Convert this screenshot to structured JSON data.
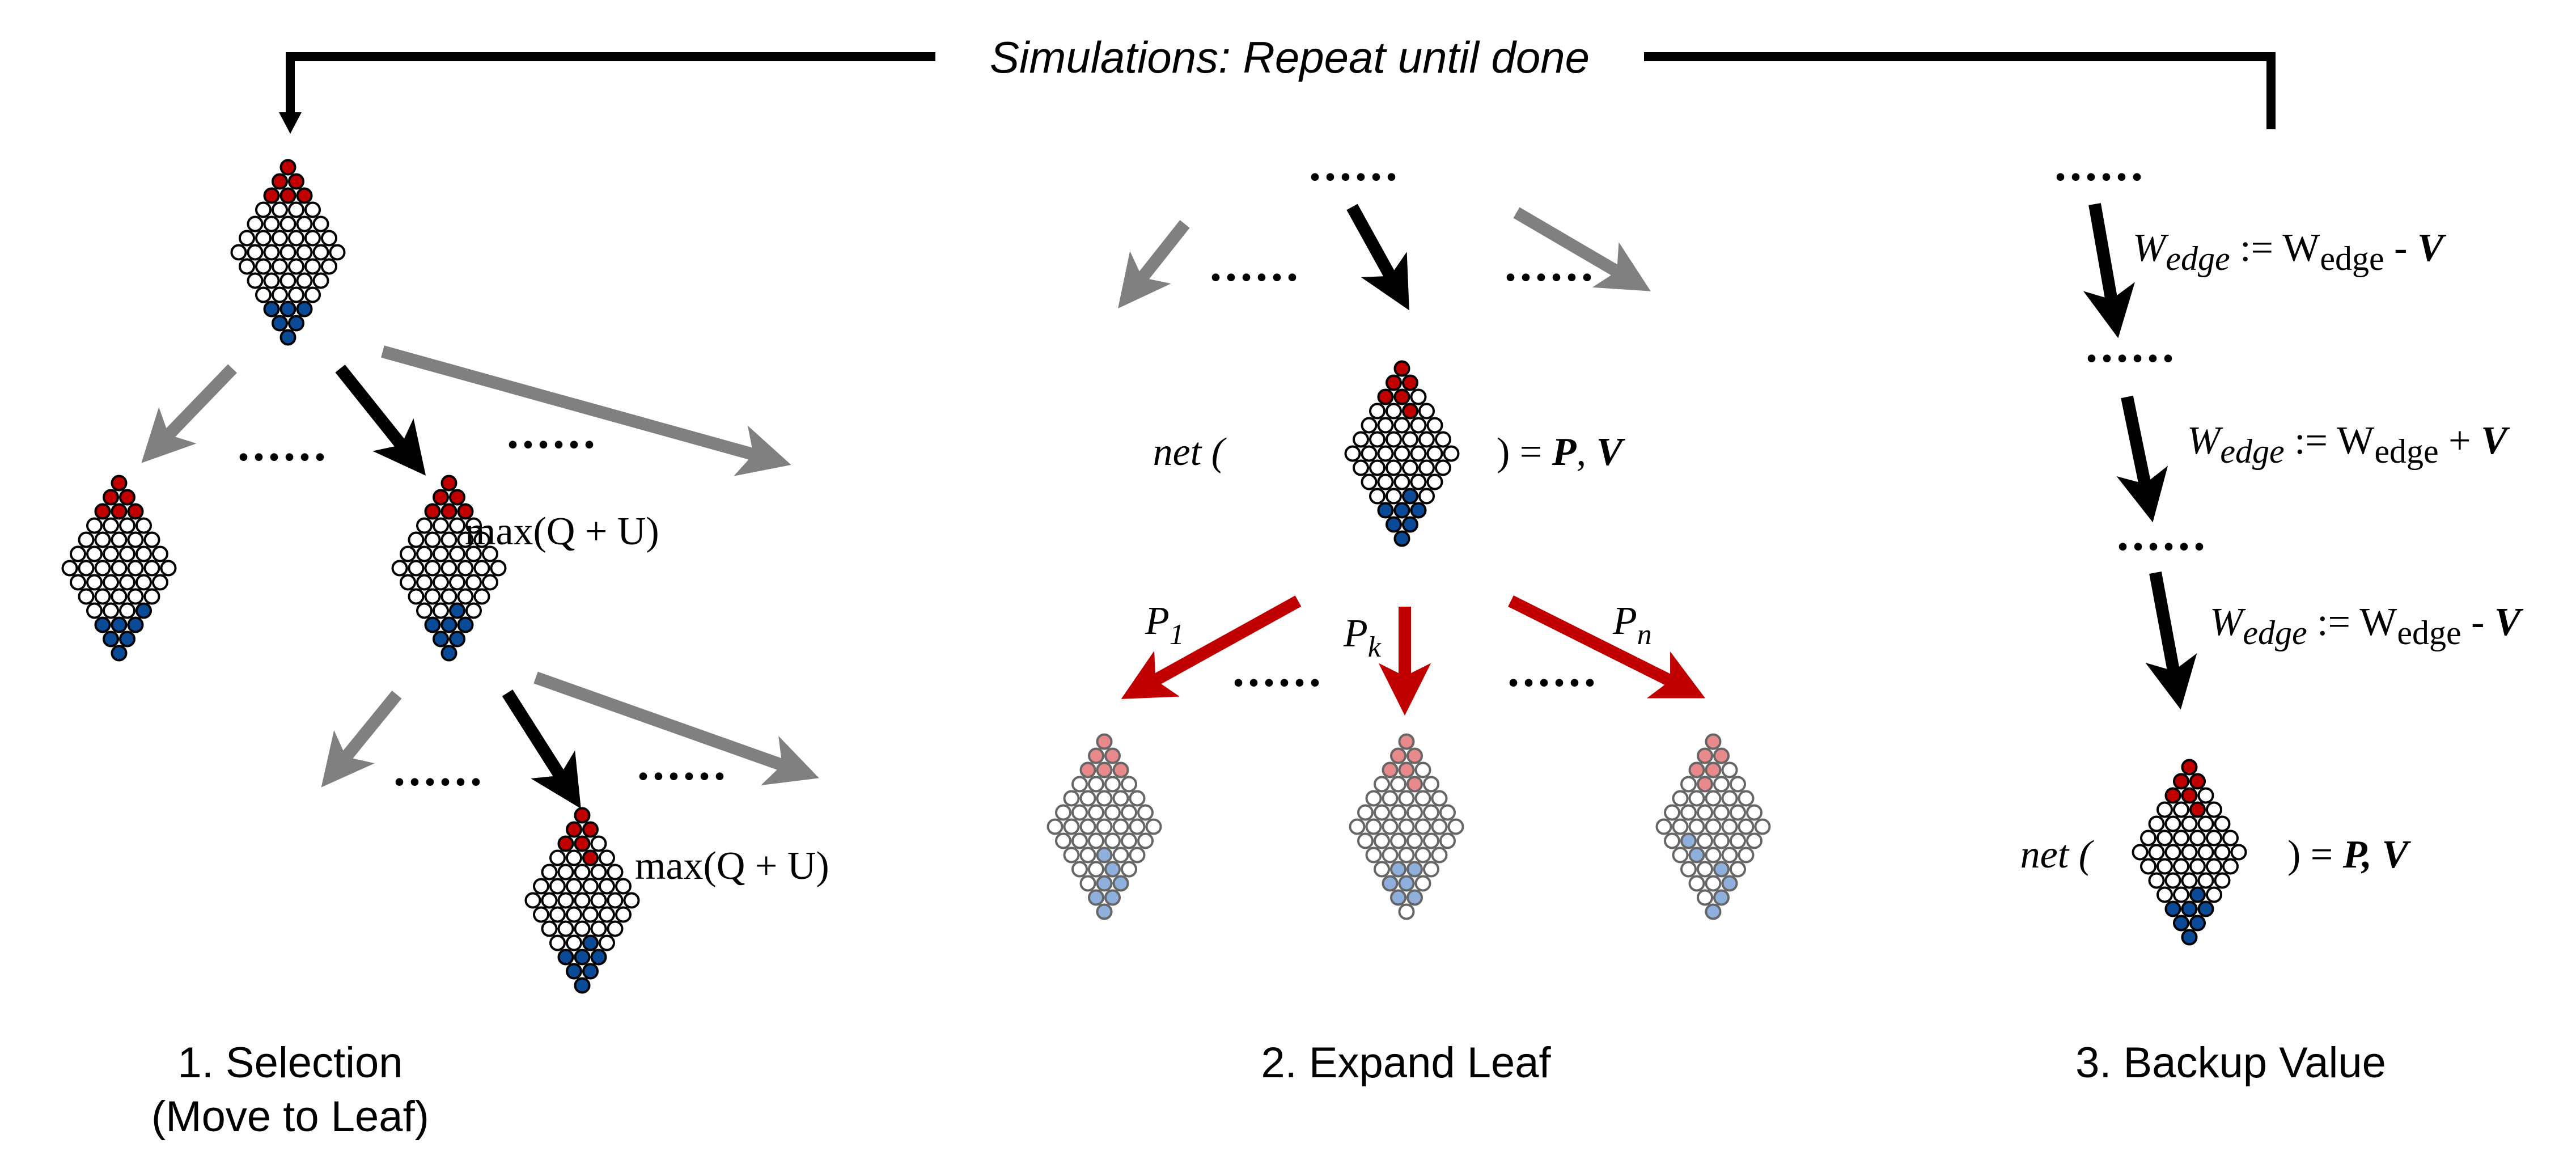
{
  "banner": {
    "text": "Simulations: Repeat until done"
  },
  "stages": {
    "selection": {
      "line1": "1. Selection",
      "line2": "(Move to Leaf)"
    },
    "expand": {
      "label": "2. Expand Leaf"
    },
    "backup": {
      "label": "3. Backup Value"
    }
  },
  "selection": {
    "max_label": "max(Q + U)",
    "ellipsis": "......"
  },
  "expand": {
    "net_open": "net (",
    "net_result_a": ") = ",
    "net_P": "P",
    "net_sep": ", ",
    "net_V": "V",
    "p1_base": "P",
    "p1_sub": "1",
    "pk_base": "P",
    "pk_sub": "k",
    "pn_base": "P",
    "pn_sub": "n",
    "ellipsis": "......"
  },
  "backup": {
    "ellipsis": "......",
    "w_base": "W",
    "w_sub_italic": "edge",
    "assign": " := W",
    "w_sub_plain": "edge",
    "minus": " - ",
    "plus": " + ",
    "v": "V",
    "net_open": "net (",
    "net_result": ") = ",
    "net_PV": "P, V"
  },
  "colors": {
    "black_arrow": "#000000",
    "gray_arrow": "#808080",
    "red_arrow": "#c00000",
    "stone_red": "#c00000",
    "stone_blue": "#0a4a96",
    "stone_red_faded": "#e8898c",
    "stone_blue_faded": "#8fb0dc"
  }
}
